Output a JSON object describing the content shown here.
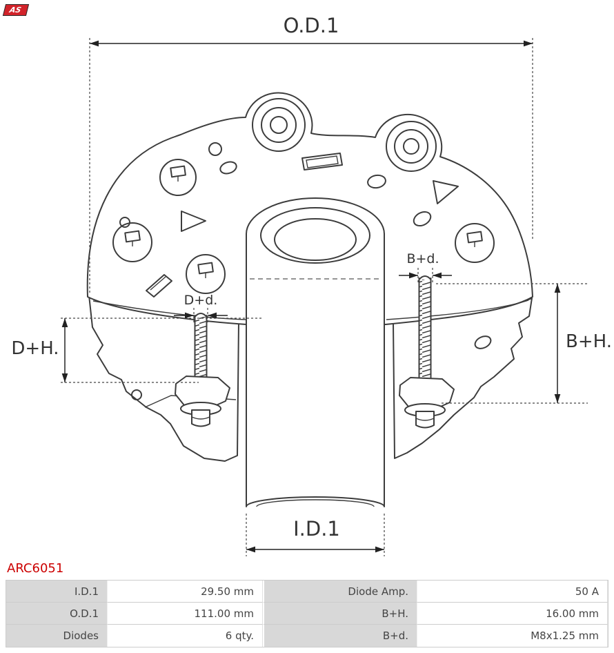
{
  "brand": {
    "logo_text": "AS"
  },
  "part_number": "ARC6051",
  "drawing": {
    "labels": {
      "od1": "O.D.1",
      "id1": "I.D.1",
      "d_plus_h": "D+H.",
      "b_plus_h": "B+H.",
      "d_plus_d": "D+d.",
      "b_plus_d": "B+d."
    }
  },
  "colors": {
    "part_number": "#cc0000",
    "drawing_line": "#3c3c3c",
    "dimension_line": "#222222",
    "label_text": "#333333",
    "table_label_bg": "#d8d8d8",
    "table_border": "#cccccc",
    "table_text": "#444444",
    "logo_red": "#d2232a"
  },
  "table": {
    "rows": [
      {
        "c1": "I.D.1",
        "c2": "29.50 mm",
        "c3": "Diode Amp.",
        "c4": "50 A"
      },
      {
        "c1": "O.D.1",
        "c2": "111.00 mm",
        "c3": "B+H.",
        "c4": "16.00 mm"
      },
      {
        "c1": "Diodes",
        "c2": "6 qty.",
        "c3": "B+d.",
        "c4": "M8x1.25 mm"
      }
    ]
  }
}
